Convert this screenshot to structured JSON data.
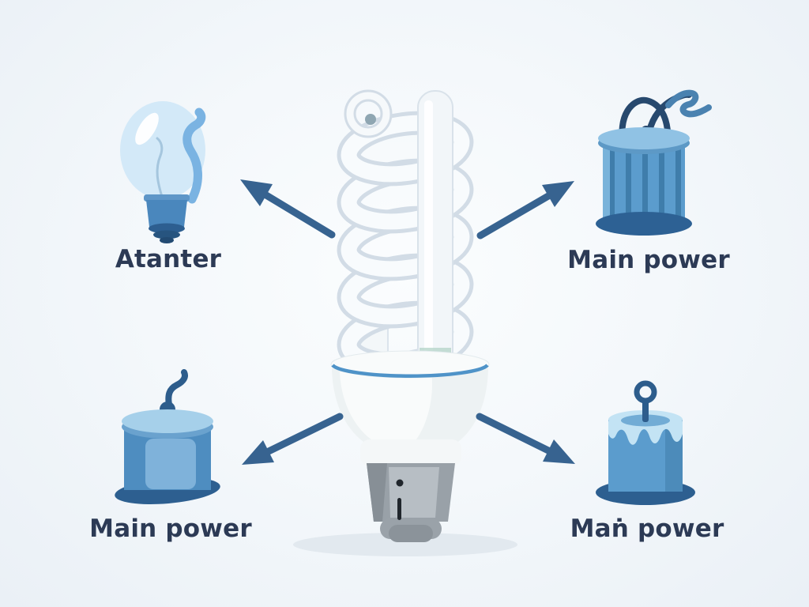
{
  "figure": {
    "type": "illustration-diagram",
    "subject": "compact fluorescent spiral light bulb with four labeled component callouts",
    "center": {
      "icon": "cfl-spiral-bulb"
    },
    "callouts": [
      {
        "position": "top-left",
        "label": "Atanter",
        "icon": "incandescent-bulb"
      },
      {
        "position": "top-right",
        "label": "Main power",
        "icon": "wired-coil-cell"
      },
      {
        "position": "bottom-left",
        "label": "Main power",
        "icon": "capacitor-canister"
      },
      {
        "position": "bottom-right",
        "label": "Maṅ power",
        "icon": "pin-cell"
      }
    ],
    "colors": {
      "background_center": "#fbfdfe",
      "background_edge": "#eaf0f6",
      "arrow": "#376390",
      "label_text": "#2c3a55",
      "icon_blue_light": "#c3e3f4",
      "icon_blue_mid": "#5b9ccd",
      "icon_blue_dark": "#2d5f90",
      "wire_navy": "#27496e",
      "bulb_glass": "#d3e9f8",
      "tube_white": "#f2f6f9",
      "tube_shade": "#d3dce6",
      "screw_gray": "#99a1a8",
      "accent_ring_blue": "#4f93c8"
    }
  }
}
